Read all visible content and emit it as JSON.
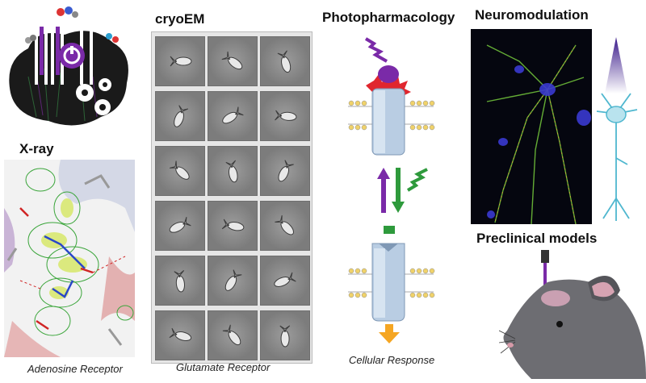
{
  "titles": {
    "xray": "X-ray",
    "cryoem": "cryoEM",
    "photopharmacology": "Photopharmacology",
    "neuromodulation": "Neuromodulation",
    "preclinical": "Preclinical models"
  },
  "captions": {
    "adenosine": "Adenosine Receptor",
    "glutamate": "Glutamate Receptor",
    "cellular_response": "Cellular Response"
  },
  "cryoem_grid": {
    "rows": 6,
    "cols": 3
  },
  "colors": {
    "ligand_purple": "#7a2aa8",
    "switch_green": "#2e9a3c",
    "activation_red": "#e0262e",
    "response_orange": "#f5a623",
    "receptor_blue": "#b9cde3",
    "neuron_cyan": "#4fb7cf"
  }
}
